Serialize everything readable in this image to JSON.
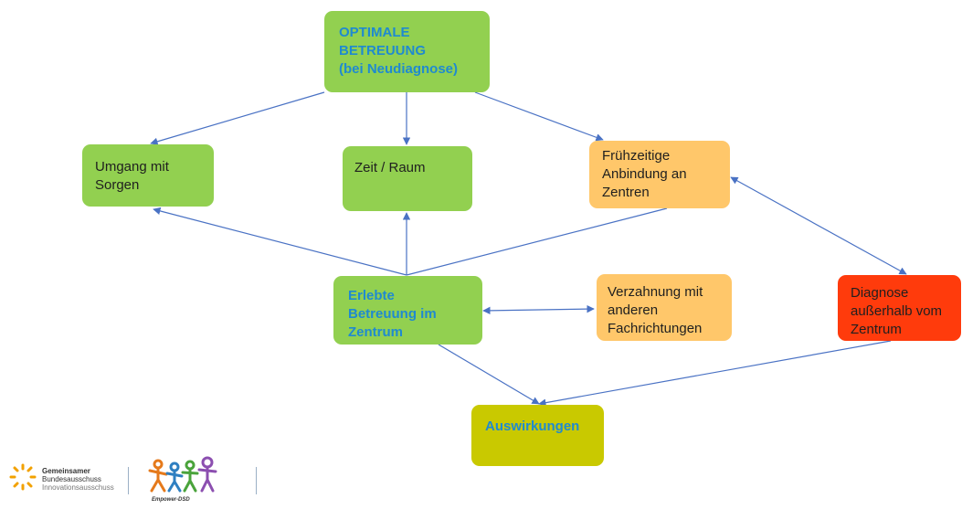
{
  "nodes": {
    "optimal": "OPTIMALE\nBETREUUNG\n(bei Neudiagnose)",
    "umgang": "Umgang mit\nSorgen",
    "zeit": "Zeit / Raum",
    "fruehzeitig": "Frühzeitige\nAnbindung an\nZentren",
    "erlebte": "Erlebte\nBetreuung im\nZentrum",
    "verzahnung": "Verzahnung mit\nanderen\nFachrichtungen",
    "diagnose": "Diagnose\naußerhalb vom\nZentrum",
    "auswirkungen": "Auswirkungen"
  },
  "logos": {
    "gba_line1": "Gemeinsamer",
    "gba_line2": "Bundesausschuss",
    "gba_line3": "Innovationsausschuss",
    "empower": "Empower-DSD"
  },
  "colors": {
    "green": "#92d050",
    "orange": "#ffc76a",
    "red": "#ff3b0c",
    "olive": "#c9c900",
    "title_blue": "#1f8ad0",
    "arrow": "#4a72c4"
  }
}
